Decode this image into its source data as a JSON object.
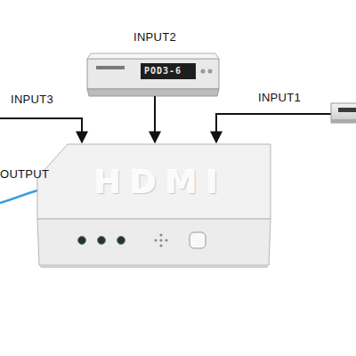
{
  "diagram": {
    "nodes": [
      {
        "text": [
          "POD3-6"
        ]
      },
      {
        "text": [
          "HDMI"
        ]
      }
    ],
    "edges": [
      {
        "from": 0,
        "to": 1,
        "arrow": "to"
      }
    ],
    "labels": [
      "INPUT2",
      "INPUT3",
      "INPUT1",
      "OUTPUT"
    ]
  }
}
